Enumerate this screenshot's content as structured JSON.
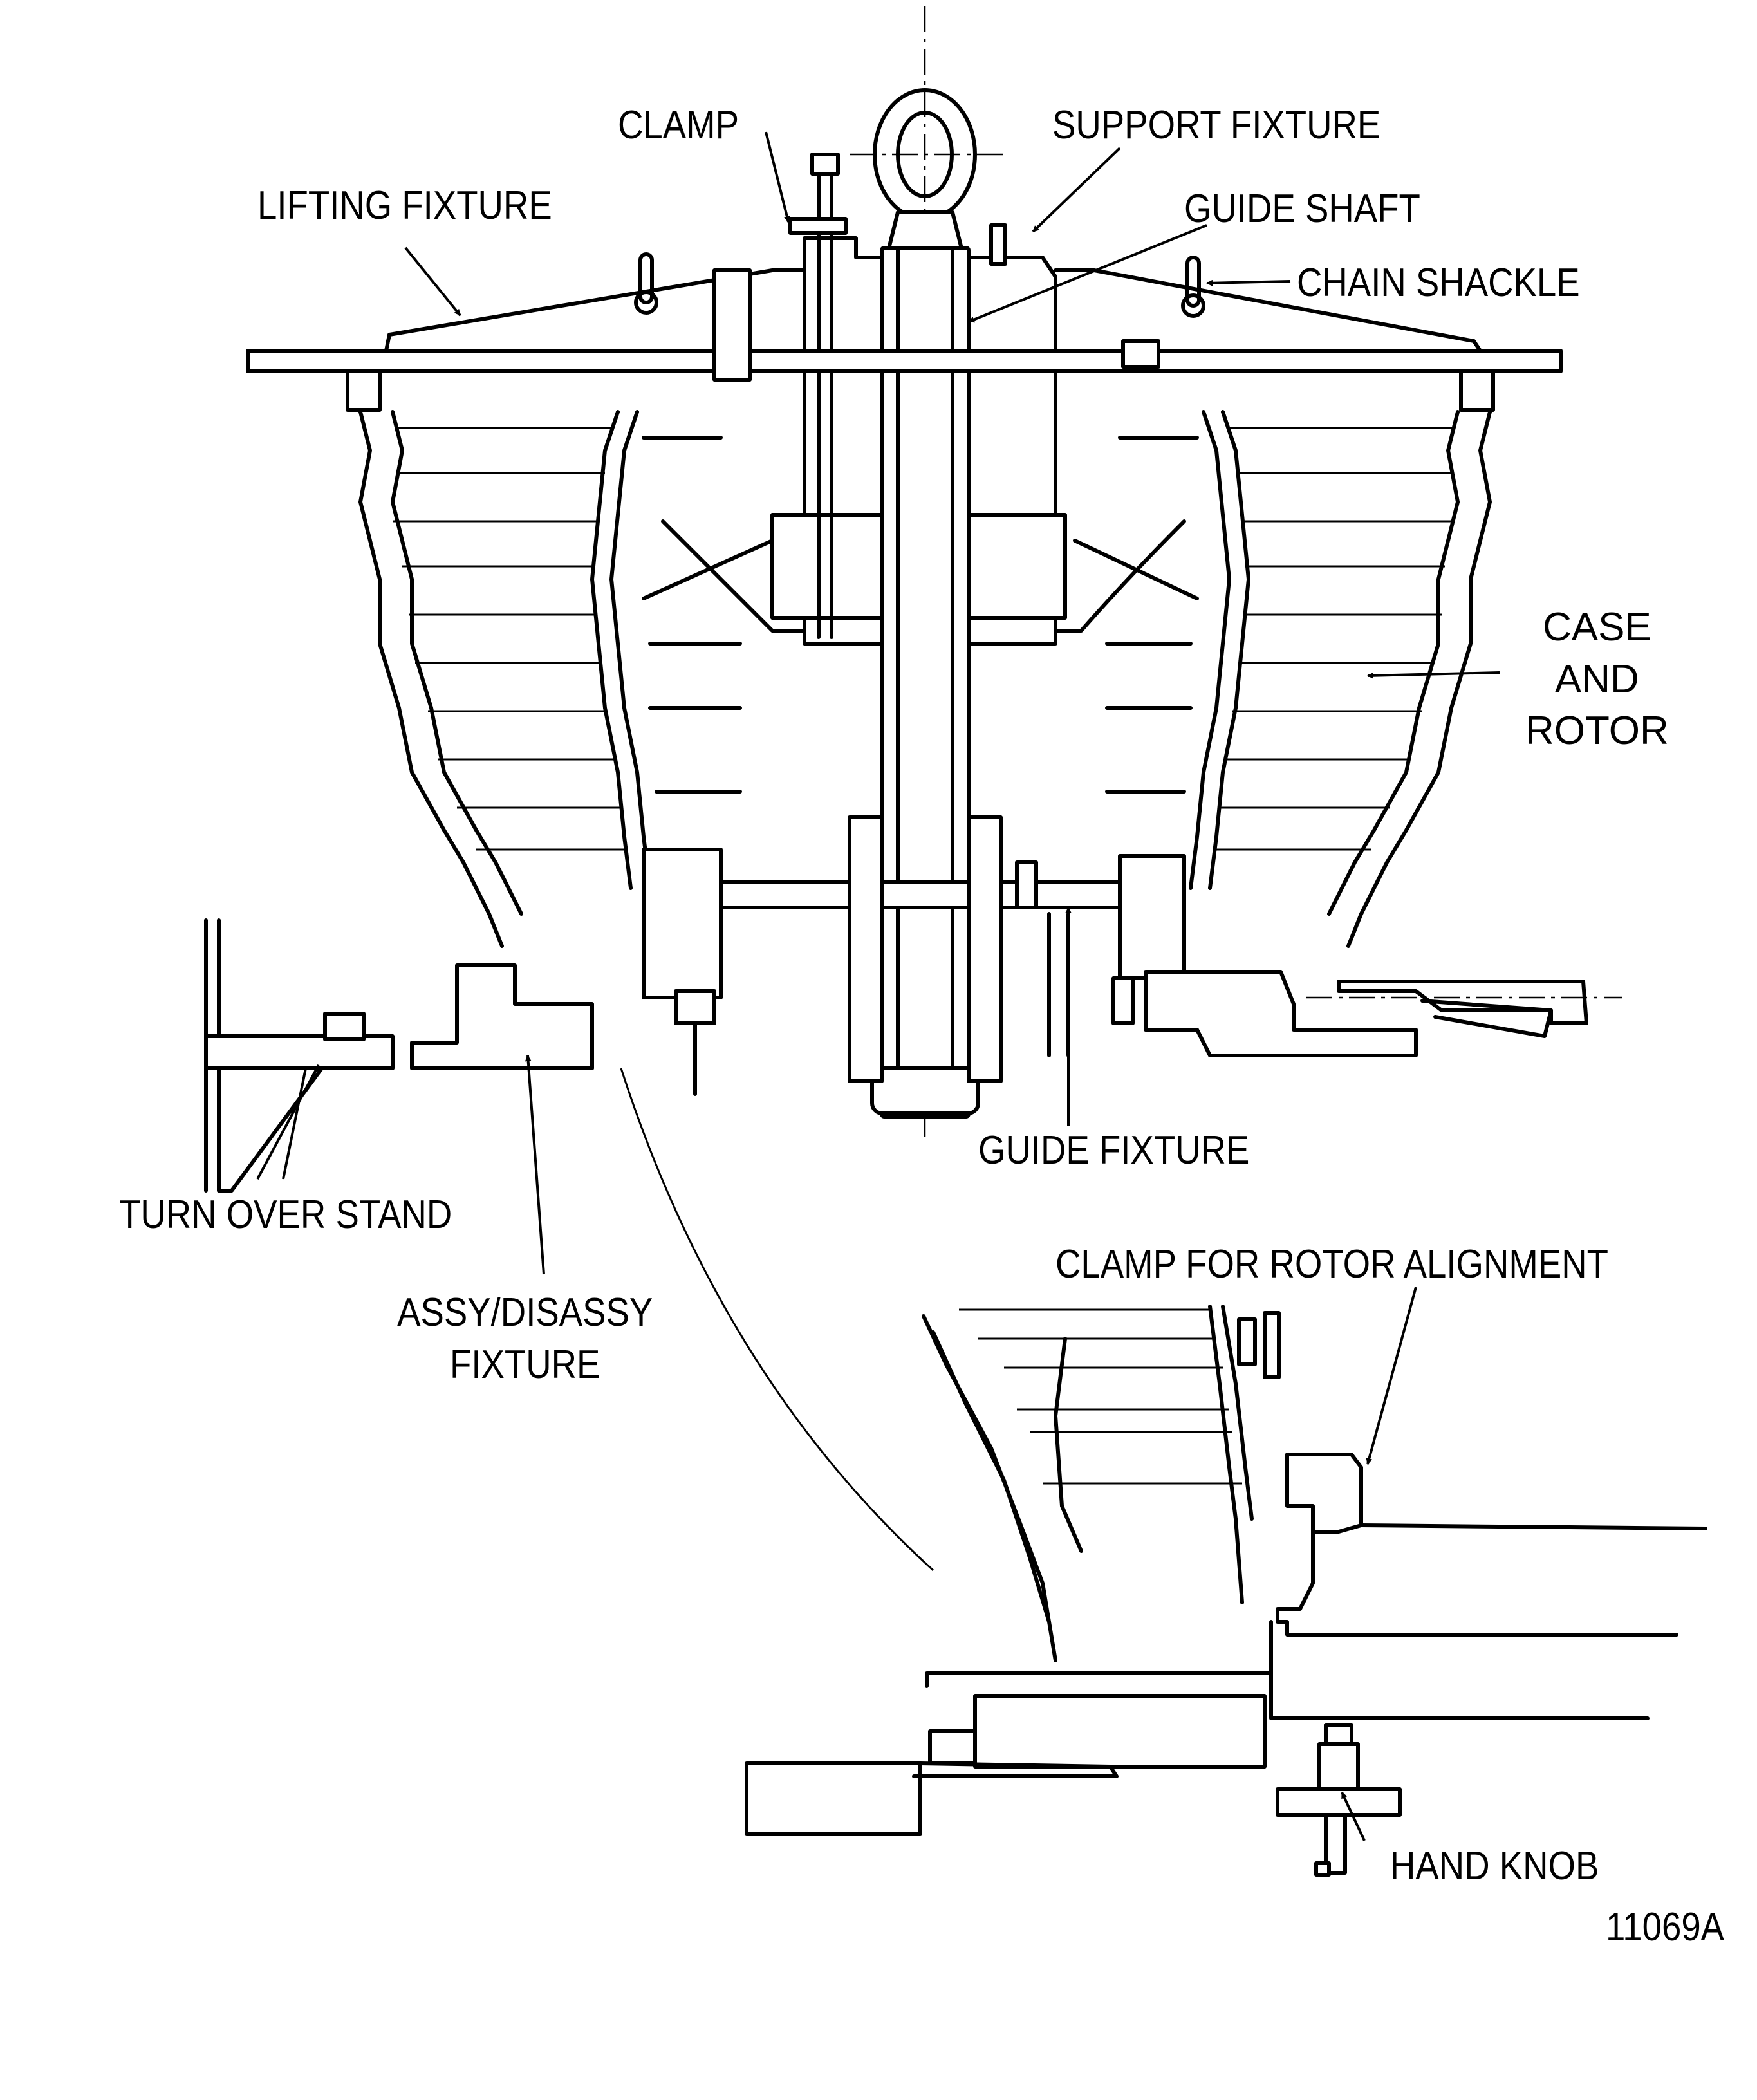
{
  "figure": {
    "title": "Compressor case and rotor on assy/disassy fixture with turn over stand",
    "figure_number": "11069A",
    "colors": {
      "line": "#000000",
      "background": "#ffffff"
    }
  },
  "labels": {
    "clamp": "CLAMP",
    "support_fixture": "SUPPORT FIXTURE",
    "lifting_fixture": "LIFTING FIXTURE",
    "guide_shaft": "GUIDE SHAFT",
    "chain_shackle": "CHAIN SHACKLE",
    "case_and_rotor": [
      "CASE",
      "AND",
      "ROTOR"
    ],
    "guide_fixture": "GUIDE FIXTURE",
    "turn_over_stand": "TURN OVER STAND",
    "assy_disassy_fixture": [
      "ASSY/DISASSY",
      "FIXTURE"
    ],
    "clamp_for_rotor_alignment": "CLAMP FOR ROTOR ALIGNMENT",
    "hand_knob": "HAND KNOB"
  },
  "views": [
    {
      "name": "main-assembly-view",
      "description": "Cross section of case and rotor suspended from lifting fixture on guide shaft"
    },
    {
      "name": "detail-view",
      "description": "Enlarged detail of rotor alignment clamp and hand knob"
    }
  ]
}
